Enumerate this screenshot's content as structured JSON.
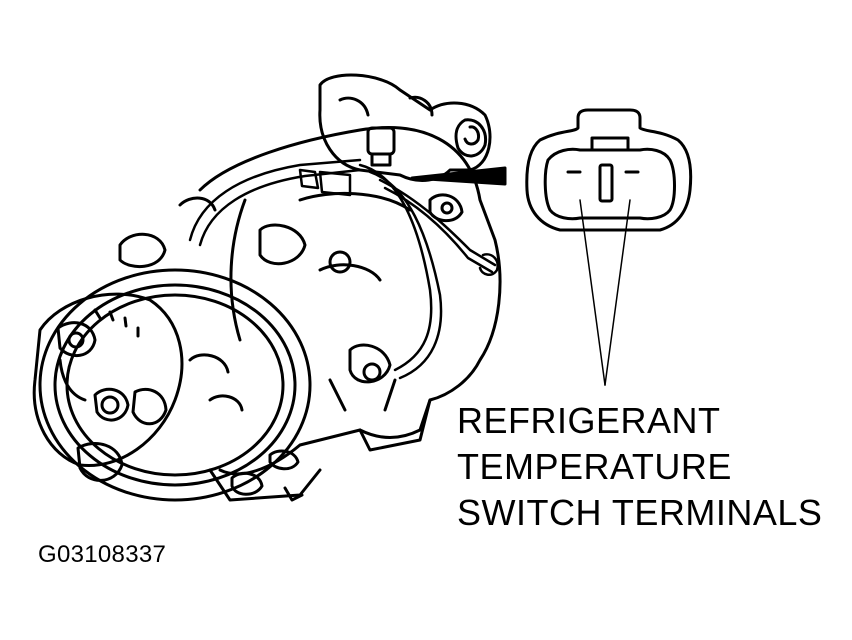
{
  "callout": {
    "lines": [
      "REFRIGERANT",
      "TEMPERATURE",
      "SWITCH TERMINALS"
    ]
  },
  "figure_id": "G03108337",
  "colors": {
    "ink": "#000000",
    "paper": "#ffffff"
  },
  "components": [
    "ac-compressor",
    "clutch-pulley",
    "electrical-connector"
  ]
}
